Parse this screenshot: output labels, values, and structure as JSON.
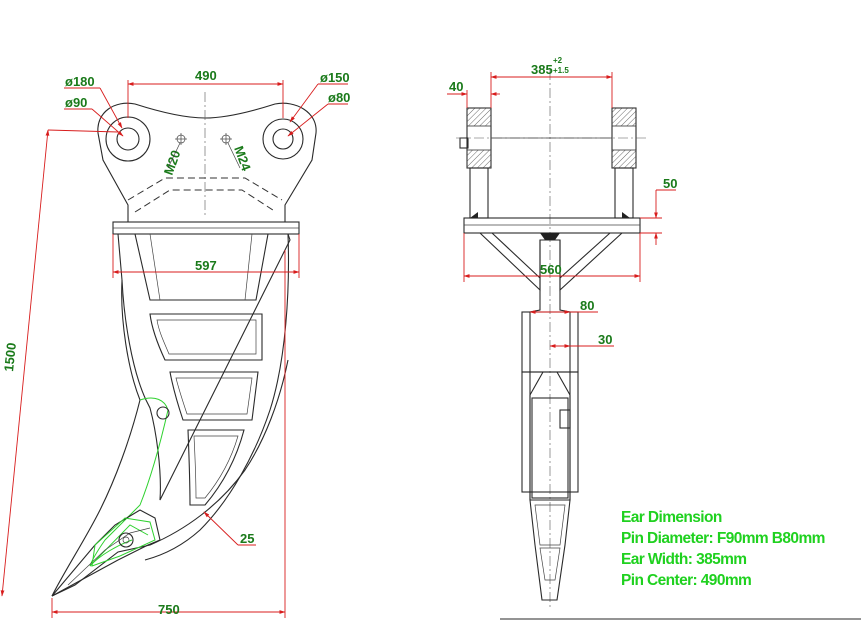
{
  "side_view": {
    "dims": {
      "pin_center": "490",
      "ear_width_bottom": "597",
      "height": "1500",
      "length": "750",
      "tip_thickness": "25",
      "d_left_outer": "ø180",
      "d_left_inner": "ø90",
      "d_right_outer": "ø150",
      "d_right_inner": "ø80",
      "bolt_left": "M20",
      "bolt_right": "M24"
    }
  },
  "front_view": {
    "dims": {
      "ear_width": "385",
      "ear_tol_upper": "+2",
      "ear_tol_lower": "+1.5",
      "ear_plate": "40",
      "flange_thickness": "50",
      "base_width": "560",
      "shank_width": "80",
      "shank_plate": "30"
    }
  },
  "notes": {
    "title": "Ear Dimension",
    "pin_diameter": "Pin Diameter: F90mm B80mm",
    "ear_width": "Ear Width: 385mm",
    "pin_center": "Pin Center: 490mm"
  },
  "colors": {
    "dimension_text": "#1a7a1a",
    "note_text": "#1fd11f",
    "dimension_line": "#d81d1d",
    "highlight": "#2ed12e"
  }
}
